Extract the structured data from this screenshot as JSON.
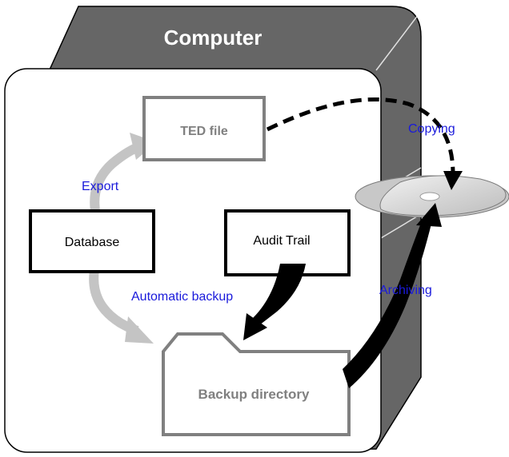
{
  "title": "Computer",
  "nodes": {
    "ted_file": "TED file",
    "database": "Database",
    "audit_trail": "Audit Trail",
    "backup_directory": "Backup directory"
  },
  "edges": {
    "export": "Export",
    "automatic_backup": "Automatic backup",
    "copying": "Copying",
    "archiving": "Archiving"
  },
  "colors": {
    "cabinet": "#666666",
    "gray_box": "#808080",
    "gray_arrow": "#c4c4c4",
    "blue_label": "#1a1adb",
    "black": "#000000"
  }
}
